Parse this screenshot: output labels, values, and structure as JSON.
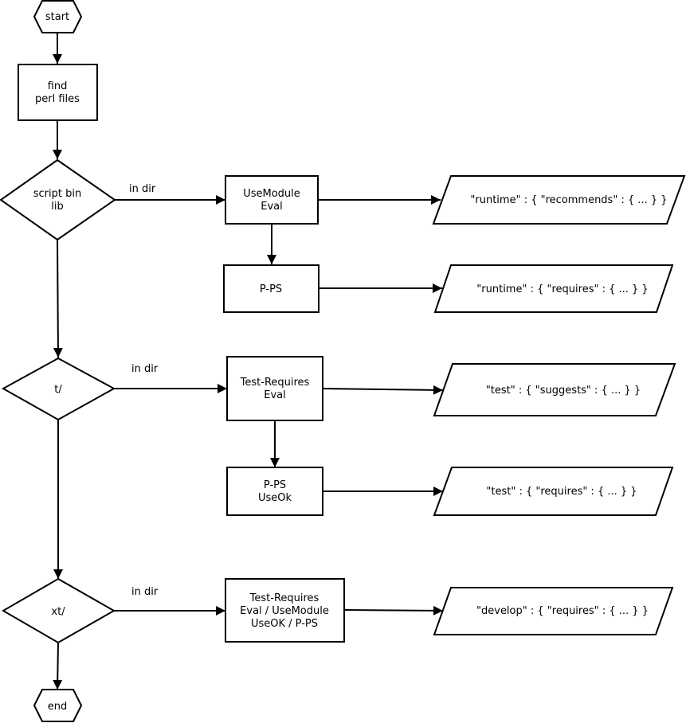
{
  "diagram": {
    "colors": {
      "stroke": "#000000",
      "fill": "#ffffff",
      "text": "#000000"
    },
    "nodes": {
      "start": {
        "lines": [
          "start"
        ]
      },
      "find": {
        "lines": [
          "find",
          "perl files"
        ]
      },
      "dec_script": {
        "lines": [
          "script bin",
          "lib"
        ]
      },
      "use_module": {
        "lines": [
          "UseModule",
          "Eval"
        ]
      },
      "pps_runtime": {
        "lines": [
          "P-PS"
        ]
      },
      "out_recommends": {
        "lines": [
          "\"runtime\" : { \"recommends\" : { ... } }"
        ]
      },
      "out_runtime_requires": {
        "lines": [
          "\"runtime\" : { \"requires\" : { ... } }"
        ]
      },
      "dec_t": {
        "lines": [
          "t/"
        ]
      },
      "test_requires": {
        "lines": [
          "Test-Requires",
          "Eval"
        ]
      },
      "pps_useok": {
        "lines": [
          "P-PS",
          "UseOk"
        ]
      },
      "out_suggests": {
        "lines": [
          "\"test\" : { \"suggests\" : { ... } }"
        ]
      },
      "out_test_requires": {
        "lines": [
          "\"test\" : { \"requires\" : { ... } }"
        ]
      },
      "dec_xt": {
        "lines": [
          "xt/"
        ]
      },
      "xt_box": {
        "lines": [
          "Test-Requires",
          "Eval / UseModule",
          "UseOK / P-PS"
        ]
      },
      "out_develop": {
        "lines": [
          "\"develop\" : { \"requires\" : { ... } }"
        ]
      },
      "end": {
        "lines": [
          "end"
        ]
      }
    },
    "edge_labels": {
      "script_in_dir": "in dir",
      "t_in_dir": "in dir",
      "xt_in_dir": "in dir"
    }
  }
}
